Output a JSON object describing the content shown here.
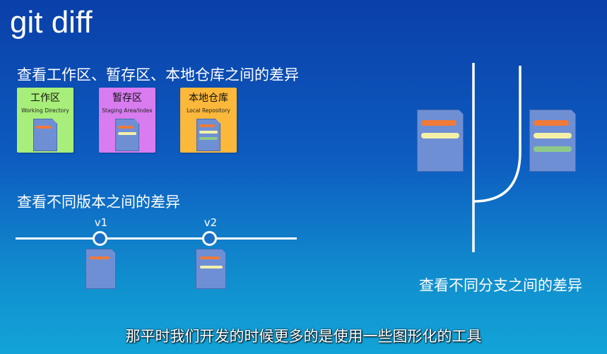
{
  "slide": {
    "title": "git diff",
    "subtitle_areas": "查看工作区、暂存区、本地仓库之间的差异",
    "subtitle_versions": "查看不同版本之间的差异",
    "subtitle_branches": "查看不同分支之间的差异",
    "caption": "那平时我们开发的时候更多的是使用一些图形化的工具"
  },
  "areas": [
    {
      "name": "工作区",
      "en": "Working Directory",
      "color": "#a8ee7a"
    },
    {
      "name": "暂存区",
      "en": "Staging Area/Index",
      "color": "#d87cf0"
    },
    {
      "name": "本地仓库",
      "en": "Local Repository",
      "color": "#fbb83a"
    }
  ],
  "versions": [
    {
      "label": "v1"
    },
    {
      "label": "v2"
    }
  ],
  "colors": {
    "doc": "#6f8fd4",
    "bar_orange": "#f07a3a",
    "bar_yellow": "#f4f0a8",
    "bar_green": "#8ec98a"
  }
}
